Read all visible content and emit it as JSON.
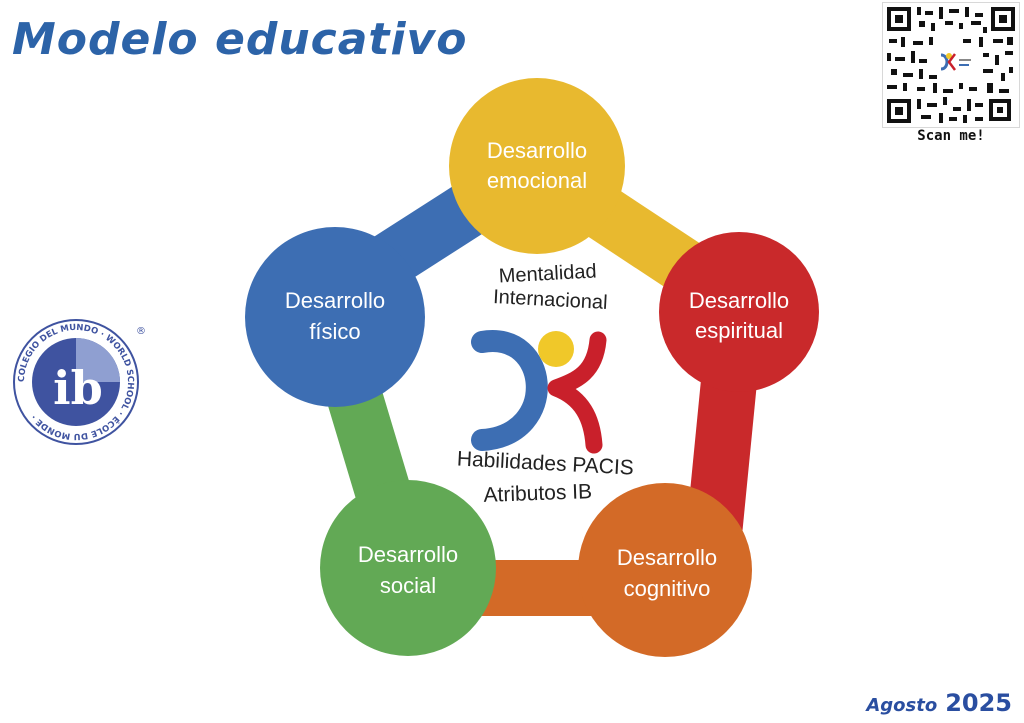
{
  "header": {
    "title": "Modelo educativo"
  },
  "qr": {
    "caption": "Scan me!"
  },
  "footer": {
    "month": "Agosto",
    "year": "2025"
  },
  "ib_logo": {
    "ring_text": "COLEGIO DEL MUNDO · WORLD SCHOOL · ÉCOLE DU MONDE ·",
    "letters": "ib",
    "registered": "®"
  },
  "colors": {
    "yellow": "#e8b92f",
    "red": "#c9292b",
    "orange": "#d36a27",
    "green": "#62a955",
    "blue": "#3d6eb3",
    "title_blue": "#2c63a8"
  },
  "center": {
    "top_line1": "Mentalidad",
    "top_line2": "Internacional",
    "bottom_line1": "Habilidades PACIS",
    "bottom_line2": "Atributos IB"
  },
  "nodes": [
    {
      "id": "emocional",
      "line1": "Desarrollo",
      "line2": "emocional",
      "color": "yellow"
    },
    {
      "id": "espiritual",
      "line1": "Desarrollo",
      "line2": "espiritual",
      "color": "red"
    },
    {
      "id": "cognitivo",
      "line1": "Desarrollo",
      "line2": "cognitivo",
      "color": "orange"
    },
    {
      "id": "social",
      "line1": "Desarrollo",
      "line2": "social",
      "color": "green"
    },
    {
      "id": "fisico",
      "line1": "Desarrollo",
      "line2": "físico",
      "color": "blue"
    }
  ]
}
